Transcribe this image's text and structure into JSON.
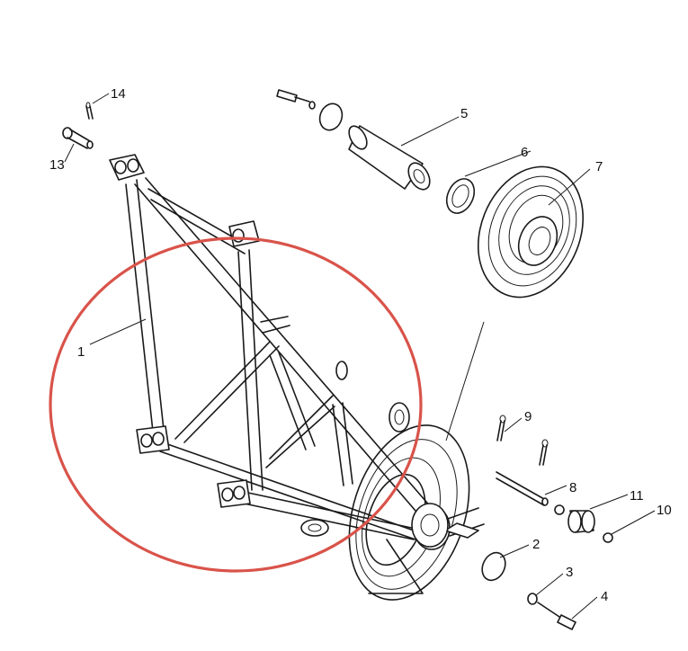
{
  "diagram": {
    "callouts": [
      {
        "id": "1",
        "label": "1"
      },
      {
        "id": "2",
        "label": "2"
      },
      {
        "id": "3",
        "label": "3"
      },
      {
        "id": "4",
        "label": "4"
      },
      {
        "id": "5",
        "label": "5"
      },
      {
        "id": "6",
        "label": "6"
      },
      {
        "id": "7",
        "label": "7"
      },
      {
        "id": "8",
        "label": "8"
      },
      {
        "id": "9",
        "label": "9"
      },
      {
        "id": "10",
        "label": "10"
      },
      {
        "id": "11",
        "label": "11"
      },
      {
        "id": "13",
        "label": "13"
      },
      {
        "id": "14",
        "label": "14"
      }
    ],
    "highlight_color": "#d9534a",
    "line_color": "#1a1a1a"
  }
}
